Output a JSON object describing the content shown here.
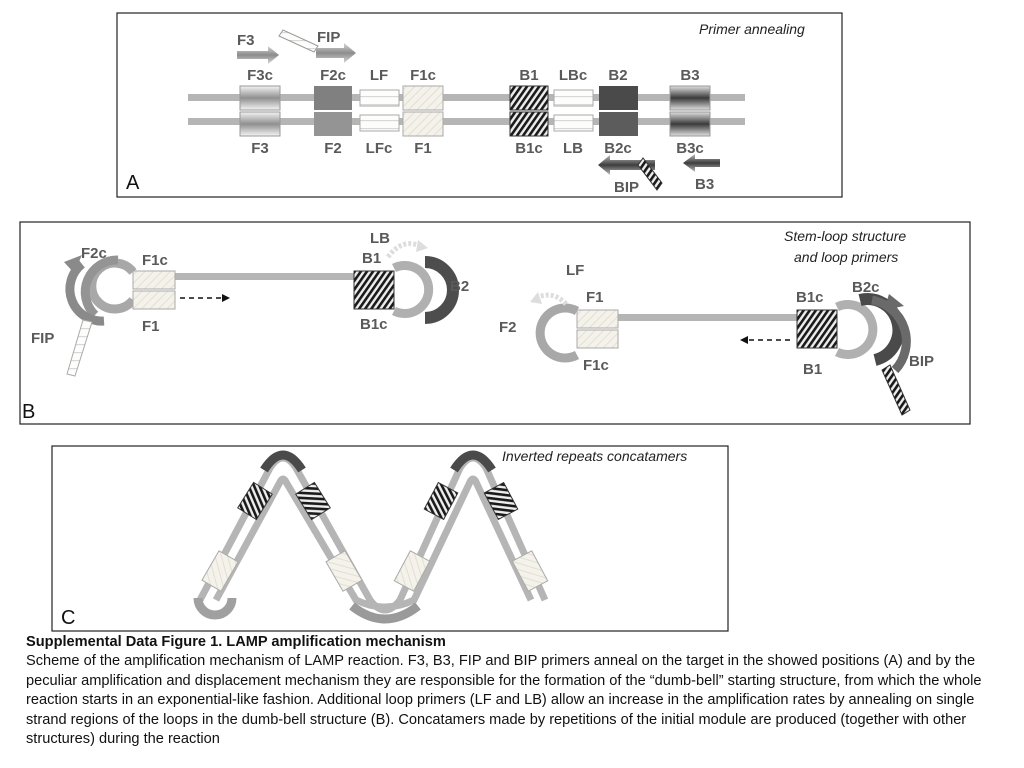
{
  "panelA": {
    "letter": "A",
    "title": "Primer annealing",
    "top_labels": [
      "F3c",
      "F2c",
      "LF",
      "F1c",
      "B1",
      "LBc",
      "B2",
      "B3"
    ],
    "bottom_labels": [
      "F3",
      "F2",
      "LFc",
      "F1",
      "B1c",
      "LB",
      "B2c",
      "B3c"
    ],
    "primers": {
      "f3": "F3",
      "fip": "FIP",
      "bip": "BIP",
      "b3": "B3"
    }
  },
  "panelB": {
    "letter": "B",
    "title_line1": "Stem-loop structure",
    "title_line2": "and loop primers",
    "left": {
      "f2c": "F2c",
      "f1c": "F1c",
      "f1": "F1",
      "fip": "FIP",
      "lb": "LB",
      "b1": "B1",
      "b1c": "B1c",
      "b2": "B2"
    },
    "right": {
      "lf": "LF",
      "f1": "F1",
      "f2": "F2",
      "f1c": "F1c",
      "b1c": "B1c",
      "b2c": "B2c",
      "b1": "B1",
      "bip": "BIP"
    }
  },
  "panelC": {
    "letter": "C",
    "title": "Inverted repeats concatamers"
  },
  "caption": {
    "title": "Supplemental Data Figure 1. LAMP amplification mechanism",
    "body": "Scheme of the amplification mechanism of LAMP reaction. F3, B3, FIP and BIP primers anneal on the target in the showed positions (A) and by the peculiar amplification and displacement mechanism they are responsible for the formation of the “dumb-bell” starting structure, from which the whole reaction starts in an exponential-like fashion. Additional loop primers (LF and LB) allow an increase in the amplification rates by annealing on single strand regions of the loops in the dumb-bell structure (B). Concatamers made by repetitions of the initial module are produced (together with other structures) during the reaction"
  },
  "colors": {
    "strand": "#b5b5b5",
    "dark": "#4a4a4a",
    "mid": "#8a8a8a",
    "light": "#f1efe7"
  }
}
